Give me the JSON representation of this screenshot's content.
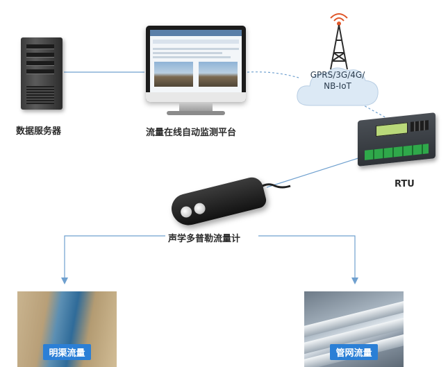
{
  "labels": {
    "server": "数据服务器",
    "platform": "流量在线自动监测平台",
    "cloud": [
      "GPRS/3G/4G/",
      "NB-IoT"
    ],
    "rtu": "RTU",
    "sensor": "声学多普勒流量计",
    "canal": "明渠流量",
    "pipe": "管网流量"
  },
  "colors": {
    "line": "#6fa0cf",
    "cloud": "#dce9f5",
    "tag": "#2b7fd6"
  }
}
